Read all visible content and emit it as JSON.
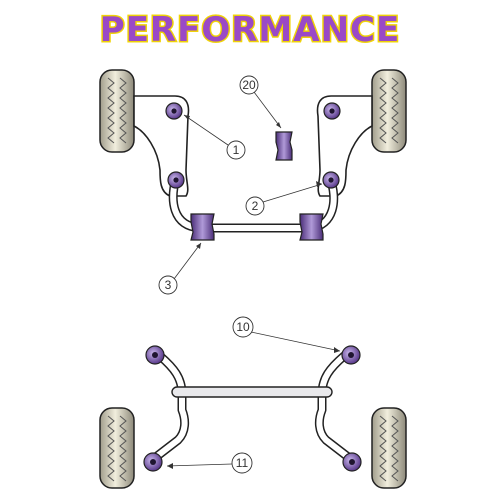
{
  "banner": {
    "text": "PERFORMANCE"
  },
  "callouts": [
    {
      "id": "c20",
      "label": "20"
    },
    {
      "id": "c1",
      "label": "1"
    },
    {
      "id": "c2",
      "label": "2"
    },
    {
      "id": "c3",
      "label": "3"
    },
    {
      "id": "c10",
      "label": "10"
    },
    {
      "id": "c11",
      "label": "11"
    }
  ],
  "colors": {
    "bush": "#7f55b5",
    "bush_dark": "#4a2d78",
    "bush_light": "#b7a2dd",
    "tyre": "#e7e3ce",
    "tyre_shadow": "#9b9787",
    "arm": "#ffffff",
    "outline": "#222222",
    "banner_fill": "#9a49c7",
    "banner_outline": "#f0d40a"
  }
}
